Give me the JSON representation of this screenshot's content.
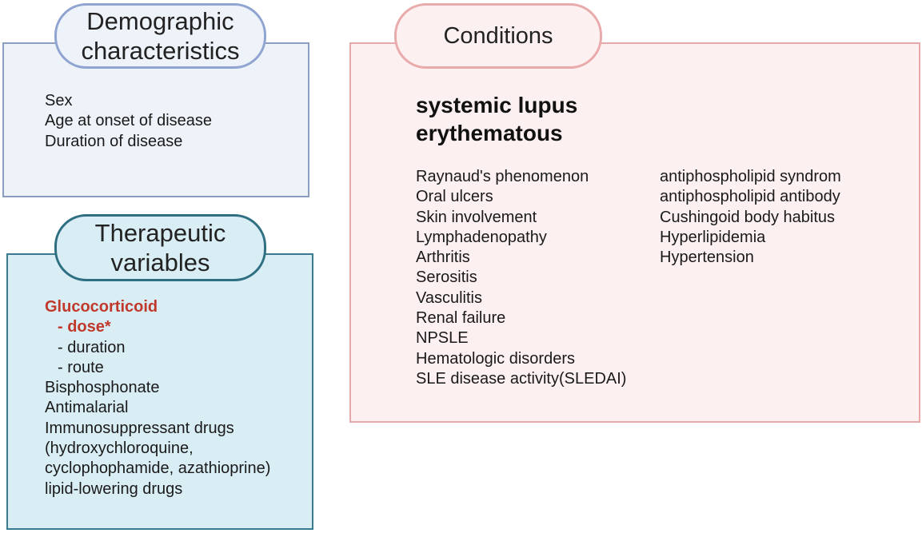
{
  "demographic": {
    "title_line1": "Demographic",
    "title_line2": "characteristics",
    "items": [
      "Sex",
      "Age at onset of disease",
      "Duration of disease"
    ]
  },
  "therapeutic": {
    "title_line1": "Therapeutic",
    "title_line2": "variables",
    "items": [
      "Glucocorticoid",
      "- dose*",
      "- duration",
      "- route",
      "Bisphosphonate",
      "Antimalarial",
      "Immunosuppressant drugs",
      "(hydroxychloroquine,",
      "cyclophophamide, azathioprine)",
      "lipid-lowering drugs"
    ],
    "highlight_color": "#c0392b"
  },
  "conditions": {
    "title": "Conditions",
    "heading_line1": "systemic lupus",
    "heading_line2": "erythematous",
    "col1": [
      "Raynaud's phenomenon",
      "Oral ulcers",
      "Skin involvement",
      "Lymphadenopathy",
      "Arthritis",
      "Serositis",
      "Vasculitis",
      "Renal failure",
      "NPSLE",
      "Hematologic disorders",
      "SLE disease activity(SLEDAI)"
    ],
    "col2": [
      "antiphospholipid syndrom",
      "antiphospholipid antibody",
      "Cushingoid body habitus",
      "Hyperlipidemia",
      "Hypertension"
    ]
  },
  "colors": {
    "demographic_fill": "#eef3f9",
    "demographic_border": "#8b9dc1",
    "therapeutic_fill": "#d9edf5",
    "therapeutic_border": "#3a7a8e",
    "conditions_fill": "#fdf0f0",
    "conditions_border": "#e6a9a9"
  }
}
